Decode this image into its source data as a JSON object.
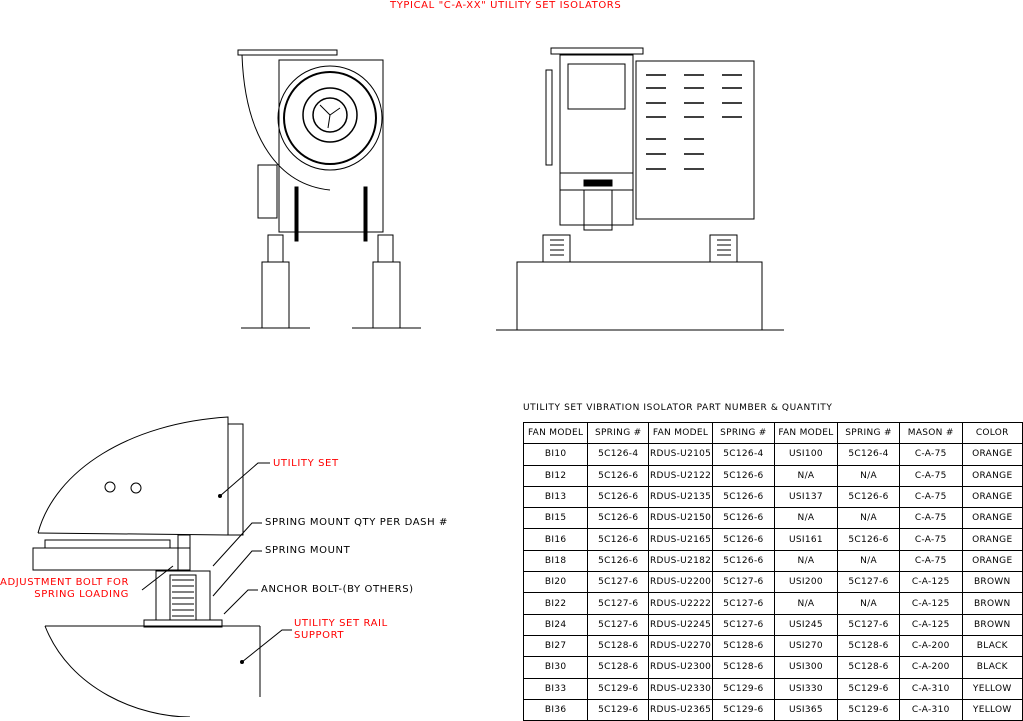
{
  "title": "TYPICAL \"C-A-XX\" UTILITY SET ISOLATORS",
  "detail_labels": {
    "utility_set": "UTILITY SET",
    "spring_mount_qty": "SPRING MOUNT QTY PER DASH #",
    "spring_mount": "SPRING MOUNT",
    "adjustment_bolt_1": "ADJUSTMENT BOLT FOR",
    "adjustment_bolt_2": "SPRING LOADING",
    "anchor_bolt": "ANCHOR BOLT-(BY OTHERS)",
    "rail_support_1": "UTILITY SET RAIL",
    "rail_support_2": "SUPPORT"
  },
  "table": {
    "title": "UTILITY SET VIBRATION ISOLATOR PART NUMBER & QUANTITY",
    "headers": [
      "FAN MODEL",
      "SPRING #",
      "FAN MODEL",
      "SPRING #",
      "FAN MODEL",
      "SPRING #",
      "MASON #",
      "COLOR"
    ],
    "rows": [
      [
        "BI10",
        "5C126-4",
        "RDUS-U2105",
        "5C126-4",
        "USI100",
        "5C126-4",
        "C-A-75",
        "ORANGE"
      ],
      [
        "BI12",
        "5C126-6",
        "RDUS-U2122",
        "5C126-6",
        "N/A",
        "N/A",
        "C-A-75",
        "ORANGE"
      ],
      [
        "BI13",
        "5C126-6",
        "RDUS-U2135",
        "5C126-6",
        "USI137",
        "5C126-6",
        "C-A-75",
        "ORANGE"
      ],
      [
        "BI15",
        "5C126-6",
        "RDUS-U2150",
        "5C126-6",
        "N/A",
        "N/A",
        "C-A-75",
        "ORANGE"
      ],
      [
        "BI16",
        "5C126-6",
        "RDUS-U2165",
        "5C126-6",
        "USI161",
        "5C126-6",
        "C-A-75",
        "ORANGE"
      ],
      [
        "BI18",
        "5C126-6",
        "RDUS-U2182",
        "5C126-6",
        "N/A",
        "N/A",
        "C-A-75",
        "ORANGE"
      ],
      [
        "BI20",
        "5C127-6",
        "RDUS-U2200",
        "5C127-6",
        "USI200",
        "5C127-6",
        "C-A-125",
        "BROWN"
      ],
      [
        "BI22",
        "5C127-6",
        "RDUS-U2222",
        "5C127-6",
        "N/A",
        "N/A",
        "C-A-125",
        "BROWN"
      ],
      [
        "BI24",
        "5C127-6",
        "RDUS-U2245",
        "5C127-6",
        "USI245",
        "5C127-6",
        "C-A-125",
        "BROWN"
      ],
      [
        "BI27",
        "5C128-6",
        "RDUS-U2270",
        "5C128-6",
        "USI270",
        "5C128-6",
        "C-A-200",
        "BLACK"
      ],
      [
        "BI30",
        "5C128-6",
        "RDUS-U2300",
        "5C128-6",
        "USI300",
        "5C128-6",
        "C-A-200",
        "BLACK"
      ],
      [
        "BI33",
        "5C129-6",
        "RDUS-U2330",
        "5C129-6",
        "USI330",
        "5C129-6",
        "C-A-310",
        "YELLOW"
      ],
      [
        "BI36",
        "5C129-6",
        "RDUS-U2365",
        "5C129-6",
        "USI365",
        "5C129-6",
        "C-A-310",
        "YELLOW"
      ]
    ]
  },
  "colors": {
    "label_red": "#ff0000",
    "line": "#000000"
  }
}
